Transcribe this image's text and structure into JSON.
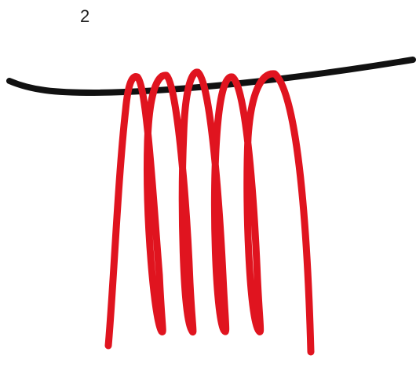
{
  "step": {
    "number": "2"
  },
  "colors": {
    "background": "#ffffff",
    "rope": "#111111",
    "cord": "#e0141f"
  },
  "diagram": {
    "subject": "red-cord-coils-around-black-rope",
    "coil_count": 5
  }
}
